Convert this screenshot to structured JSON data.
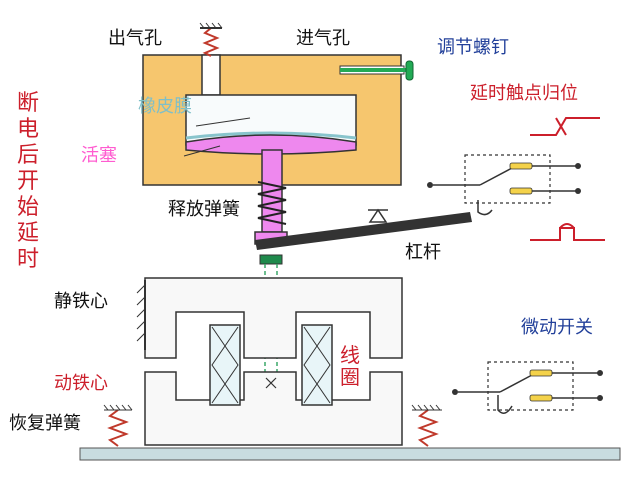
{
  "labels": {
    "air_outlet": "出气孔",
    "air_inlet": "进气孔",
    "adjust_screw": "调节螺钉",
    "rubber_membrane": "橡皮膜",
    "piston": "活塞",
    "release_spring": "释放弹簧",
    "delay_contact_reset": "延时触点归位",
    "lever": "杠杆",
    "static_core": "静铁心",
    "micro_switch": "微动开关",
    "moving_core": "动铁心",
    "reset_spring": "恢复弹簧",
    "coil": "线圈",
    "delay_after_power_off": "断电后开始延时"
  },
  "colors": {
    "chamber": "#f6c66e",
    "membrane": "#e6f3f6",
    "piston": "#ee88ee",
    "core": "#f8f8f8",
    "coil": "#e8f5f8",
    "base": "#c8dce0",
    "screw": "#22aa55",
    "red_text": "#cc1f2b",
    "blue_text": "#22409a"
  }
}
